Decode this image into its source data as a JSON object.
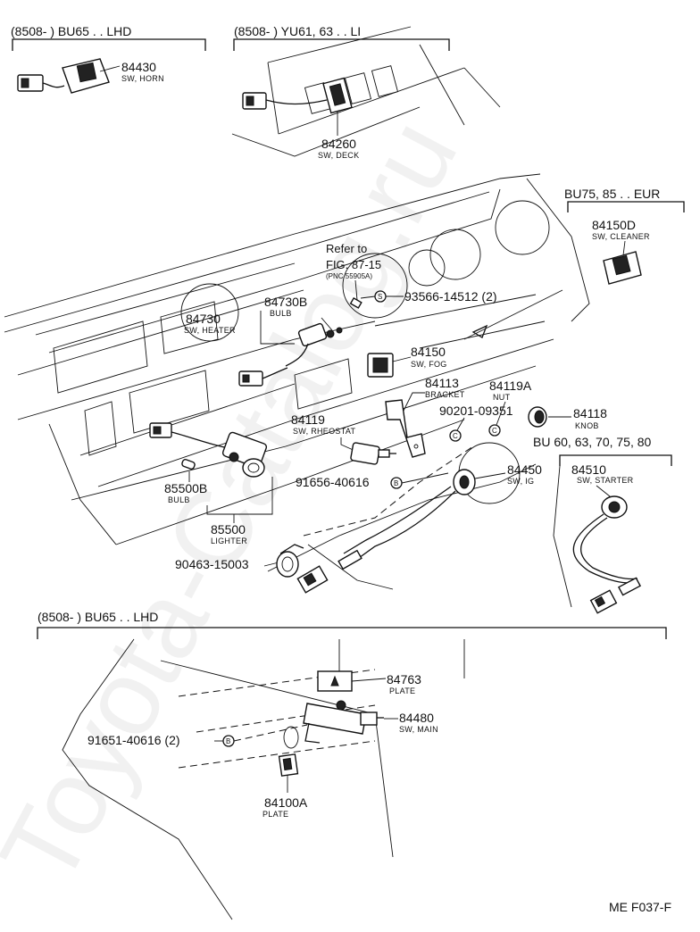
{
  "headers": {
    "top_left": "(8508-          ) BU65 . . LHD",
    "top_mid": "(8508-          ) YU61, 63 . . LI",
    "right_eur": "BU75, 85 . . EUR",
    "right_bu": "BU 60, 63, 70, 75, 80",
    "bottom": "(8508-          ) BU65 . . LHD"
  },
  "refer": {
    "line1": "Refer to",
    "line2": "FIG. 87-15",
    "line3": "(PNC 55905A)"
  },
  "parts": {
    "p84430": {
      "num": "84430",
      "name": "SW, HORN"
    },
    "p84260": {
      "num": "84260",
      "name": "SW, DECK"
    },
    "p84150D": {
      "num": "84150D",
      "name": "SW, CLEANER"
    },
    "p84730": {
      "num": "84730",
      "name": "SW, HEATER"
    },
    "p84730B": {
      "num": "84730B",
      "name": "BULB"
    },
    "p93566": {
      "num": "93566-14512 (2)",
      "mark": "S"
    },
    "p84150": {
      "num": "84150",
      "name": "SW, FOG"
    },
    "p84113": {
      "num": "84113",
      "name": "BRACKET"
    },
    "p84119A": {
      "num": "84119A",
      "name": "NUT"
    },
    "p90201": {
      "num": "90201-09351"
    },
    "p84118": {
      "num": "84118",
      "name": "KNOB"
    },
    "p84119": {
      "num": "84119",
      "name": "SW, RHEOSTAT"
    },
    "p84450": {
      "num": "84450",
      "name": "SW, IG"
    },
    "p84510": {
      "num": "84510",
      "name": "SW, STARTER"
    },
    "p91656": {
      "num": "91656-40616",
      "mark": "B"
    },
    "p85500B": {
      "num": "85500B",
      "name": "BULB"
    },
    "p85500": {
      "num": "85500",
      "name": "LIGHTER"
    },
    "p90463": {
      "num": "90463-15003"
    },
    "p84763": {
      "num": "84763",
      "name": "PLATE"
    },
    "p84480": {
      "num": "84480",
      "name": "SW, MAIN"
    },
    "p91651": {
      "num": "91651-40616 (2)",
      "mark": "B"
    },
    "p84100A": {
      "num": "84100A",
      "name": "PLATE"
    }
  },
  "markers": {
    "c1": "C",
    "c2": "C"
  },
  "figure_code": "ME F037-F",
  "watermark": "Toyota-Catalog.ru"
}
